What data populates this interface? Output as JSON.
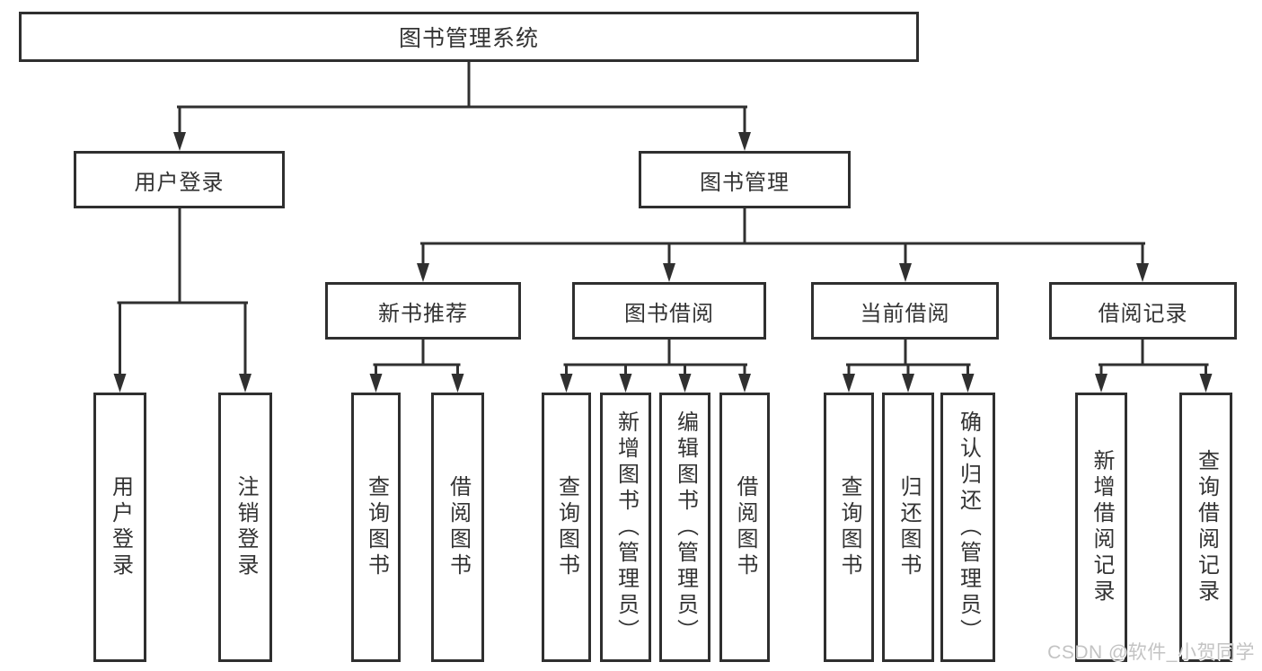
{
  "diagram": {
    "title": "图书管理系统",
    "colors": {
      "line": "#303030",
      "box_border": "#2f2f2f",
      "box_fill": "#ffffff",
      "text": "#333333",
      "watermark_text_color": "#c3c3c3",
      "background": "#ffffff"
    }
  },
  "tree": {
    "label": "图书管理系统",
    "children": [
      {
        "label": "用户登录",
        "children": [
          {
            "label": "用户登录"
          },
          {
            "label": "注销登录"
          }
        ]
      },
      {
        "label": "图书管理",
        "children": [
          {
            "label": "新书推荐",
            "children": [
              {
                "label": "查询图书"
              },
              {
                "label": "借阅图书"
              }
            ]
          },
          {
            "label": "图书借阅",
            "children": [
              {
                "label": "查询图书"
              },
              {
                "label": "新增图书（管理员）"
              },
              {
                "label": "编辑图书（管理员）"
              },
              {
                "label": "借阅图书"
              }
            ]
          },
          {
            "label": "当前借阅",
            "children": [
              {
                "label": "查询图书"
              },
              {
                "label": "归还图书"
              },
              {
                "label": "确认归还（管理员）"
              }
            ]
          },
          {
            "label": "借阅记录",
            "children": [
              {
                "label": "新增借阅记录"
              },
              {
                "label": "查询借阅记录"
              }
            ]
          }
        ]
      }
    ]
  },
  "watermark": {
    "text": "CSDN @软件_小贺同学"
  }
}
